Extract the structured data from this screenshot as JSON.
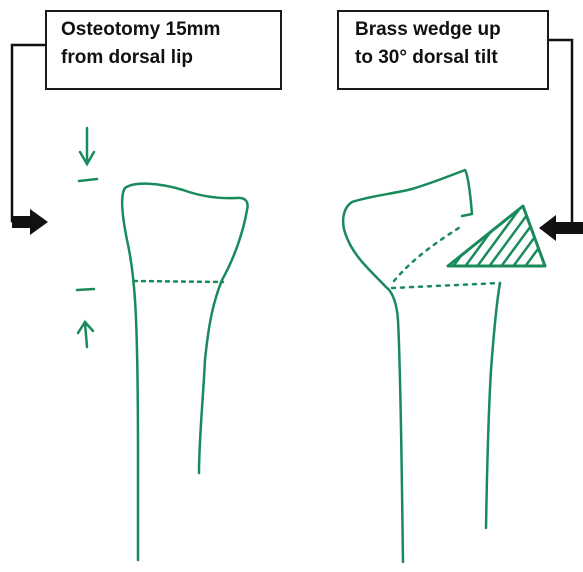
{
  "labels": {
    "left": {
      "line1": "Osteotomy 15mm",
      "line2": "from dorsal lip"
    },
    "right": {
      "line1": "Brass wedge up",
      "line2": "to 30° dorsal tilt"
    }
  },
  "colors": {
    "sketch": "#1a8a5c",
    "arrow": "#111111",
    "box_border": "#1a1a1a"
  },
  "icons": {
    "left_arrow": "right-pointing-arrow-icon",
    "right_arrow": "left-pointing-arrow-icon",
    "wedge": "hatched-triangle-wedge-icon"
  }
}
